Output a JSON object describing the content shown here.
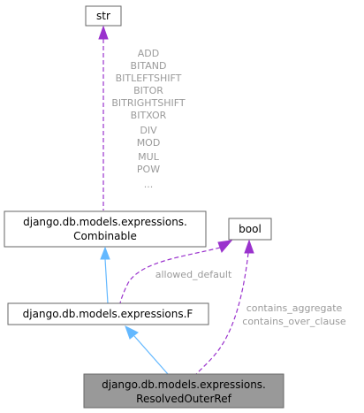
{
  "nodes": {
    "str": {
      "label": "str"
    },
    "combinable": {
      "label_line1": "django.db.models.expressions.",
      "label_line2": "Combinable"
    },
    "bool": {
      "label": "bool"
    },
    "f": {
      "label": "django.db.models.expressions.F"
    },
    "resolved": {
      "label_line1": "django.db.models.expressions.",
      "label_line2": "ResolvedOuterRef"
    }
  },
  "edges": {
    "str_to_combinable": {
      "labels": [
        "ADD",
        "BITAND",
        "BITLEFTSHIFT",
        "BITOR",
        "BITRIGHTSHIFT",
        "BITXOR",
        "DIV",
        "MOD",
        "MUL",
        "POW",
        "..."
      ]
    },
    "bool_to_f": {
      "label": "allowed_default"
    },
    "bool_to_resolved": {
      "label_line1": "contains_aggregate",
      "label_line2": "contains_over_clause"
    }
  },
  "colors": {
    "inheritance": "#63b8ff",
    "usage": "#9a32cd",
    "highlight_fill": "#999999",
    "edge_label": "#9a9a9a"
  }
}
